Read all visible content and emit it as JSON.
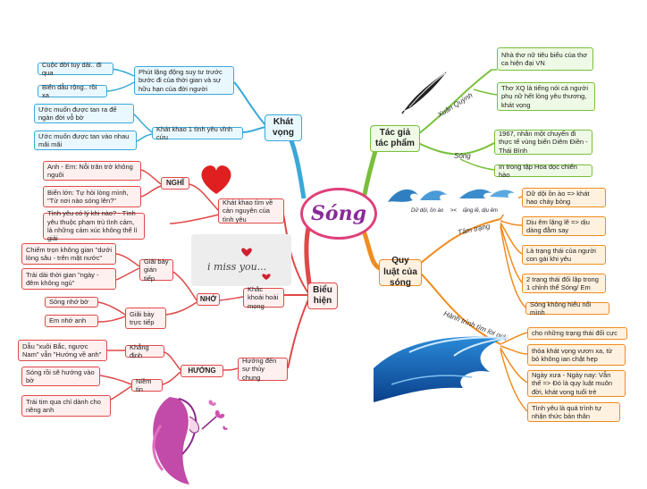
{
  "center": "Sóng",
  "branches": {
    "khat_vong": {
      "title": "Khát vọng",
      "item1": "Phút lặng động suy tư trước bước đi của thời gian và sự hữu hạn của đời người",
      "item1_a": "Cuộc đời tuy dài.. đi qua",
      "item1_b": "Biển dẫu rộng.. rồi xa",
      "item2": "Khát khao 1 tình yêu vĩnh cửu",
      "item2_a": "Ước muốn được tan ra để ngàn đời vỗ bờ",
      "item2_b": "Ước muốn được tan vào nhau mãi mãi"
    },
    "tac_gia": {
      "title": "Tác giả tác phẩm",
      "label1": "Xuân Quỳnh",
      "label2": "Sóng",
      "a1": "Nhà thơ nữ tiêu biểu của thơ ca hiện đại VN",
      "a2": "Thơ XQ là tiếng nói cá người phụ nữ hết lòng yêu thương, khát vọng",
      "b1": "1967, nhân một chuyến đi thực tế vùng biển Diêm Điền - Thái Bình",
      "b2": "In trong tập Hoa dọc chiến hào"
    },
    "quy_luat": {
      "title": "Quy luật của sóng",
      "label1": "Tâm trạng",
      "label2": "Hành trình tìm lời giải",
      "a1": "Dữ dội ồn ào => khát hao cháy bỏng",
      "a2": "Dịu êm lặng lẽ => dịu dàng đằm say",
      "a3": "Là trạng thái của người con gái khi yêu",
      "a4": "2 trạng thái đối lập trong 1 chỉnh thể Sóng/ Em",
      "a5": "Sóng không hiểu nổi mình",
      "b1": "cho những trạng thái đối cực",
      "b2": "thỏa khát vọng vươn xa, từ bỏ không ian chật hẹp",
      "b3": "Ngày xưa - Ngày nay: Vẫn thế => Đó là quy luật muôn đời, khát vọng tuổi trẻ",
      "b4": "Tình yêu là quá trình tự nhận thức bản thân"
    },
    "bieu_hien": {
      "title": "Biểu hiện",
      "k1": "Khát khao tìm về cản nguyên của tình yêu",
      "nghi": "NGHĨ",
      "nghi_a": "Anh - Em: Nỗi trăn trở không nguôi",
      "nghi_b": "Biển lớn: Tự hỏi lòng mình, \"Từ nơi nào sóng lên?\"",
      "nghi_c": "Tình yêu có lý khi nào? - Tình yêu thuộc phạm trù tình cảm, là những cảm xúc không thể lí giải",
      "k2": "Khắc khoải hoài mong",
      "nho": "NHỚ",
      "nho_g1": "Giãi bày gián tiếp",
      "nho_g1a": "Chiếm trọn không gian \"dưới lòng sâu - trên mặt nước\"",
      "nho_g1b": "Trải dài thời gian \"ngày - đêm không ngủ\"",
      "nho_g2": "Giãi bày trực tiếp",
      "nho_g2a": "Sóng nhớ bờ",
      "nho_g2b": "Em nhớ anh",
      "k3": "Hướng đến sự thủy chung",
      "huong": "HƯỚNG",
      "kd": "Khẳng định",
      "kd_a": "Dẫu \"xuôi Bắc, ngược Nam\" vẫn \"Hướng về anh\"",
      "nt": "Niềm tin",
      "nt_a": "Sóng rồi sẽ hướng vào bờ",
      "nt_b": "Trái tim qua chỉ dành cho riêng anh"
    }
  },
  "images": {
    "wave_caption_1": "Dữ dội, ồn ào",
    "wave_caption_2": "lặng lẽ, dịu êm",
    "note_text": "i miss you..."
  },
  "colors": {
    "yellow": "#e8a030",
    "cyan": "#3aa8d8",
    "green": "#78c03a",
    "red": "#e04848",
    "orange": "#f08c20",
    "center_border": "#e0407a",
    "center_text": "#8a2a9a"
  }
}
